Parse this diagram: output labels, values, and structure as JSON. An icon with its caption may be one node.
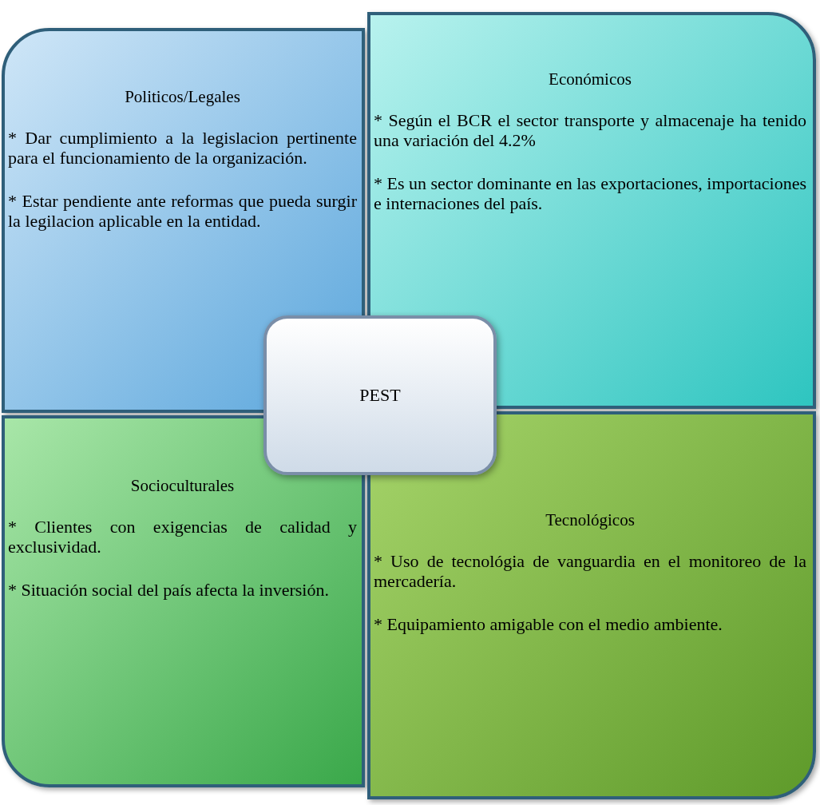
{
  "diagram": {
    "nodes": [
      {
        "text": [
          "Politicos/Legales",
          "* Dar cumplimiento a la legislacion pertinente para el funcionamiento de la organización.",
          "* Estar pendiente ante reformas que pueda surgir la legilacion aplicable en la entidad."
        ]
      },
      {
        "text": [
          "Económicos",
          "* Según el BCR el sector transporte y almacenaje ha tenido una variación del 4.2%",
          "* Es un sector dominante en las exportaciones, importaciones e internaciones del país."
        ]
      },
      {
        "text": [
          "PEST"
        ]
      },
      {
        "text": [
          "Socioculturales",
          "* Clientes con exigencias de calidad y exclusividad.",
          "* Situación social del país afecta la inversión."
        ]
      },
      {
        "text": [
          "Tecnológicos",
          "* Uso de tecnológia de vanguardia en el monitoreo de la mercadería.",
          "* Equipamiento amigable con el medio ambiente."
        ]
      }
    ]
  }
}
